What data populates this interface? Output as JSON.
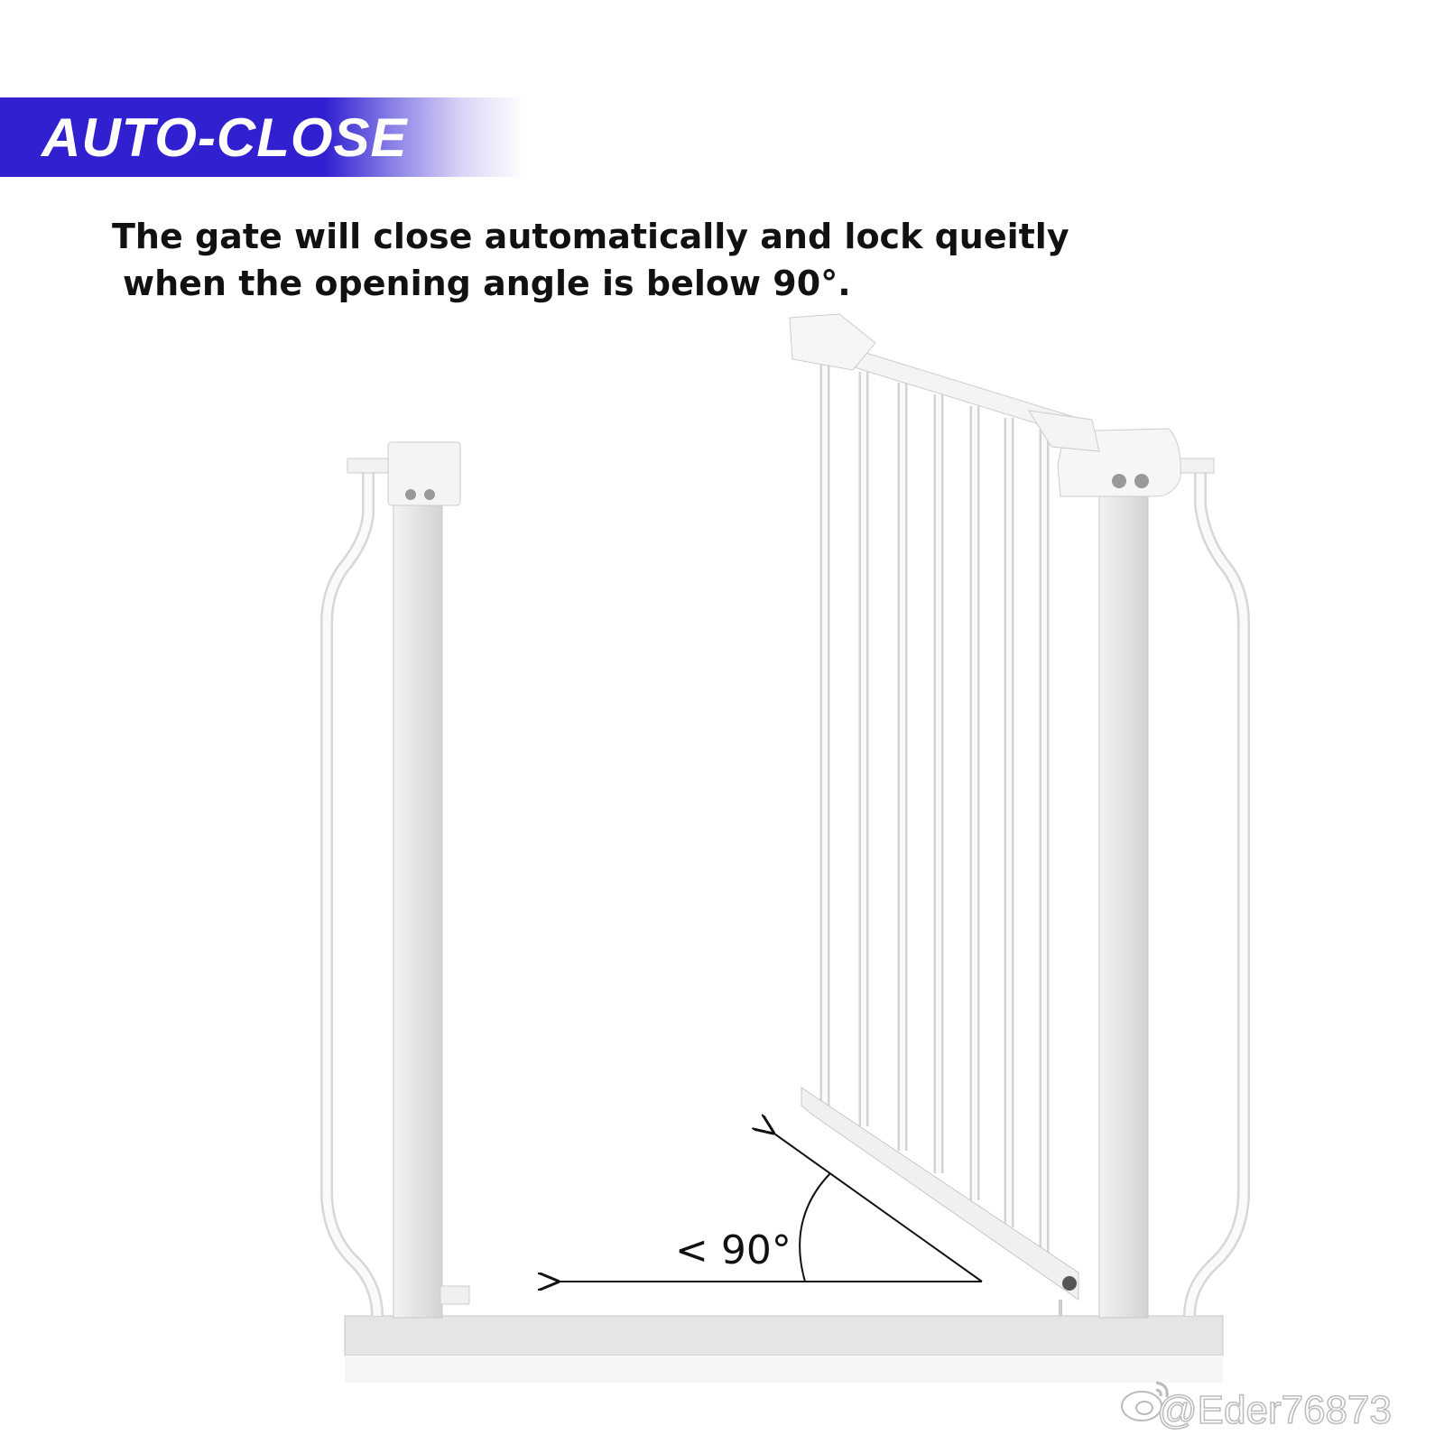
{
  "banner": {
    "title": "AUTO-CLOSE",
    "color": "#3020d0"
  },
  "description": {
    "line1": "The gate will close automatically and lock queitly",
    "line2": "when the opening angle is below 90°."
  },
  "diagram": {
    "angle_label": "< 90°"
  },
  "watermark": {
    "text": "@Eder76873",
    "icon": "weibo-icon"
  }
}
